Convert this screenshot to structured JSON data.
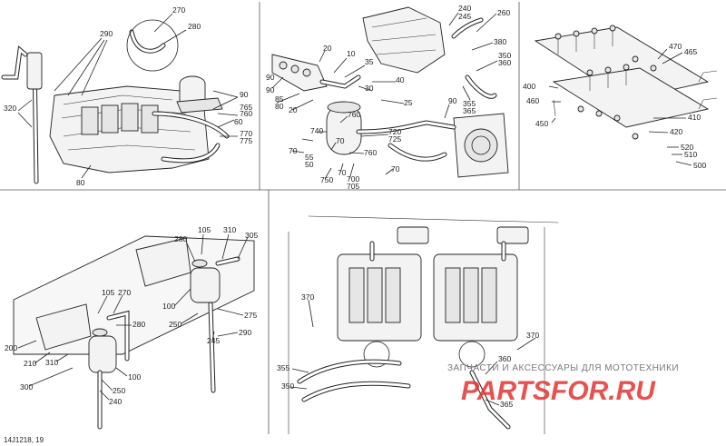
{
  "diagram_code": "14J1218, 19",
  "panels": {
    "top_left": {
      "labels": [
        "270",
        "280",
        "290",
        "320",
        "90",
        "765",
        "760",
        "60",
        "770",
        "775",
        "80"
      ]
    },
    "top_middle": {
      "labels": [
        "240",
        "245",
        "260",
        "380",
        "350",
        "360",
        "355",
        "365",
        "20",
        "10",
        "35",
        "30",
        "40",
        "25",
        "90",
        "85",
        "80",
        "20",
        "760",
        "740",
        "720",
        "725",
        "90",
        "70",
        "55",
        "50",
        "70",
        "750",
        "700",
        "705",
        "760",
        "70",
        "70",
        "90"
      ]
    },
    "top_right": {
      "labels": [
        "470",
        "465",
        "400",
        "460",
        "450",
        "410",
        "420",
        "520",
        "510",
        "500"
      ]
    },
    "bottom_left": {
      "labels": [
        "105",
        "310",
        "280",
        "305",
        "100",
        "250",
        "275",
        "245",
        "290",
        "105",
        "270",
        "280",
        "200",
        "210",
        "310",
        "300",
        "100",
        "250",
        "240"
      ]
    },
    "bottom_right": {
      "labels": [
        "370",
        "355",
        "350",
        "360",
        "365",
        "370"
      ]
    }
  },
  "watermark": {
    "text": "ЗАПЧАСТИ И АКСЕССУАРЫ ДЛЯ МОТОТЕХНИКИ",
    "logo": "PARTSFOR.RU"
  }
}
